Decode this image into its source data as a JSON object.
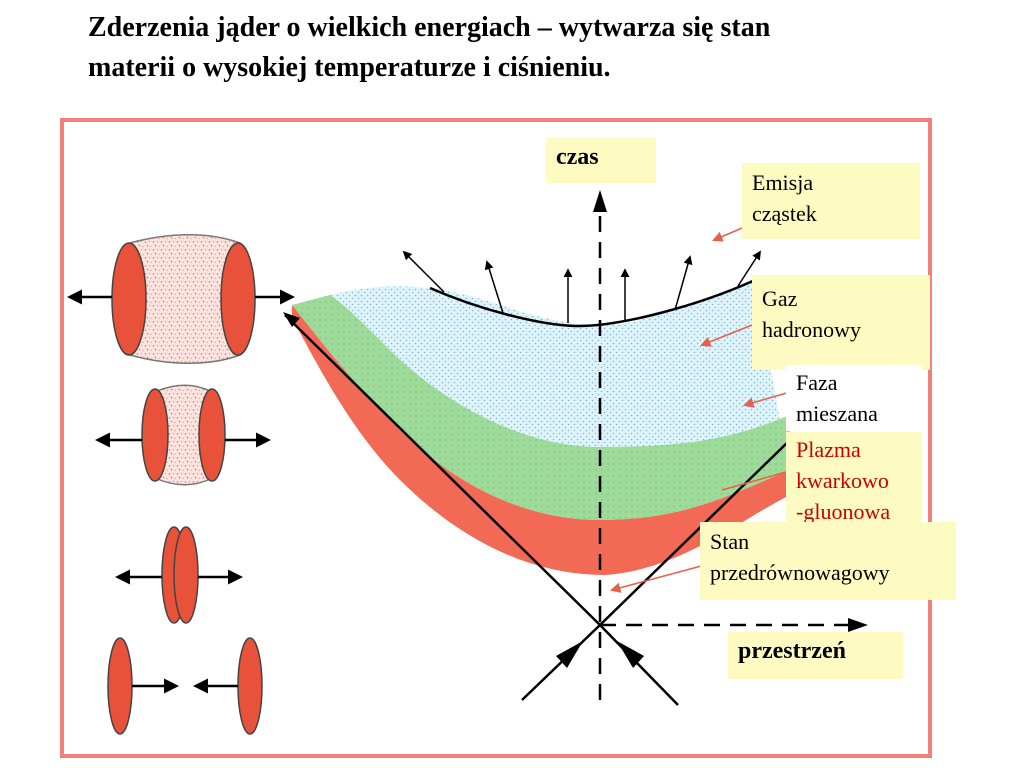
{
  "title": {
    "line1": "Zderzenia jąder o wielkich energiach – wytwarza się stan",
    "line2": "materii o wysokiej temperaturze i ciśnieniu."
  },
  "axes": {
    "time_label": "czas",
    "space_label": "przestrzeń"
  },
  "labels": {
    "emission": [
      "Emisja",
      "cząstek"
    ],
    "hadron_gas": [
      "Gaz",
      "hadronowy"
    ],
    "mixed_phase": [
      "Faza",
      "mieszana"
    ],
    "qgp": [
      "Plazma",
      "kwarkowo",
      "-gluonowa"
    ],
    "pre_equilibrium": [
      "Stan",
      "przedrównowagowy"
    ]
  },
  "colors": {
    "frame": "#f2807a",
    "box_bg": "#fdfbc2",
    "hadron_gas": "#d8f2f8",
    "mixed_phase": "#9fdc9a",
    "qgp": "#f26a55",
    "nucleus": "#e8513a",
    "qgp_text": "#cc0000"
  }
}
